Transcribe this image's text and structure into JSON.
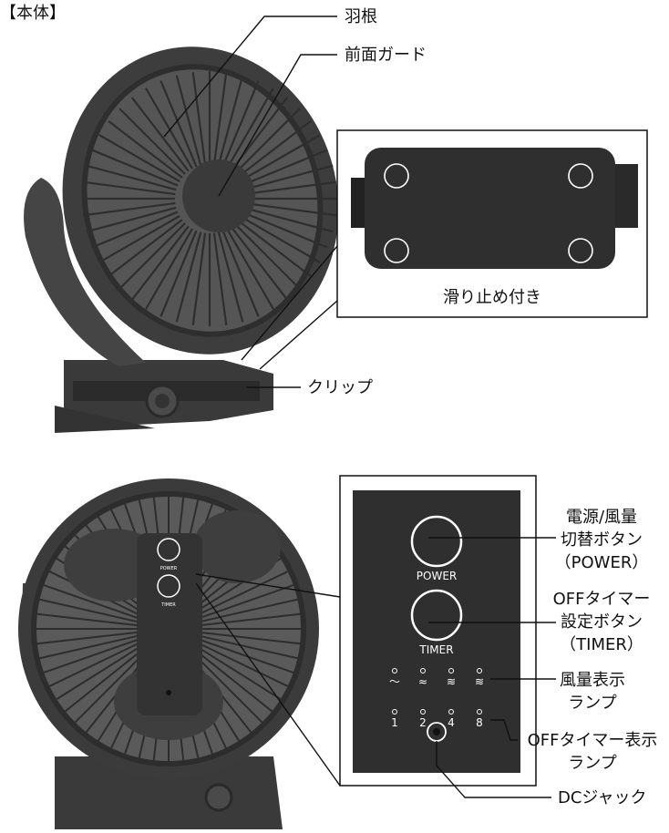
{
  "header": {
    "title": "【本体】"
  },
  "labels": {
    "blade": "羽根",
    "front_guard": "前面ガード",
    "anti_slip": "滑り止め付き",
    "clip": "クリップ",
    "power_btn": [
      "電源/風量",
      "切替ボタン",
      "（POWER）"
    ],
    "timer_btn": [
      "OFFタイマー",
      "設定ボタン",
      "（TIMER）"
    ],
    "speed_lamp": [
      "風量表示",
      "ランプ"
    ],
    "timer_lamp": [
      "OFFタイマー表示",
      "ランプ"
    ],
    "dc_jack": "DCジャック"
  },
  "panel": {
    "power": "POWER",
    "timer": "TIMER",
    "speed_icons": [
      "～",
      "≈",
      "≋",
      "≋"
    ],
    "timer_hours": [
      "1",
      "2",
      "4",
      "8"
    ]
  },
  "colors": {
    "body": "#3f3f3f",
    "body_dark": "#2e2e2e",
    "line": "#111111"
  }
}
